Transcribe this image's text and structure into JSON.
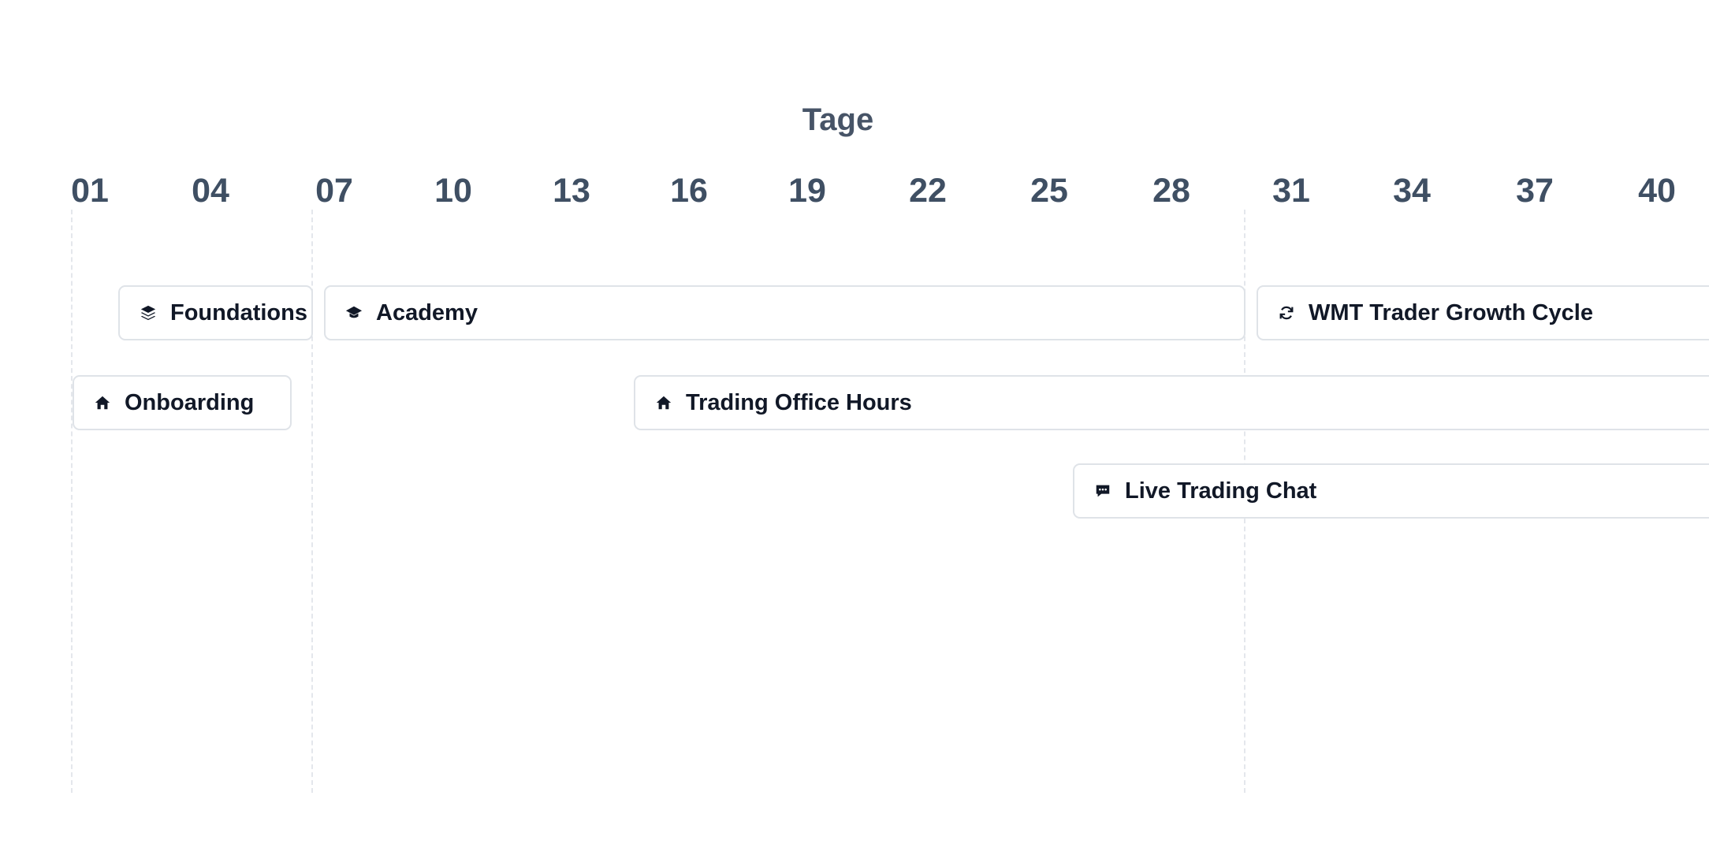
{
  "axis": {
    "title": "Tage",
    "ticks": [
      "01",
      "04",
      "07",
      "10",
      "13",
      "16",
      "19",
      "22",
      "25",
      "28",
      "31",
      "34",
      "37",
      "40"
    ]
  },
  "bars": {
    "foundations": {
      "label": "Foundations",
      "icon": "layers-icon"
    },
    "academy": {
      "label": "Academy",
      "icon": "graduation-cap-icon"
    },
    "growth_cycle": {
      "label": "WMT Trader Growth Cycle",
      "icon": "refresh-icon"
    },
    "onboarding": {
      "label": "Onboarding",
      "icon": "home-icon"
    },
    "office_hours": {
      "label": "Trading Office Hours",
      "icon": "home-icon"
    },
    "live_chat": {
      "label": "Live Trading Chat",
      "icon": "chat-bubble-icon"
    }
  }
}
